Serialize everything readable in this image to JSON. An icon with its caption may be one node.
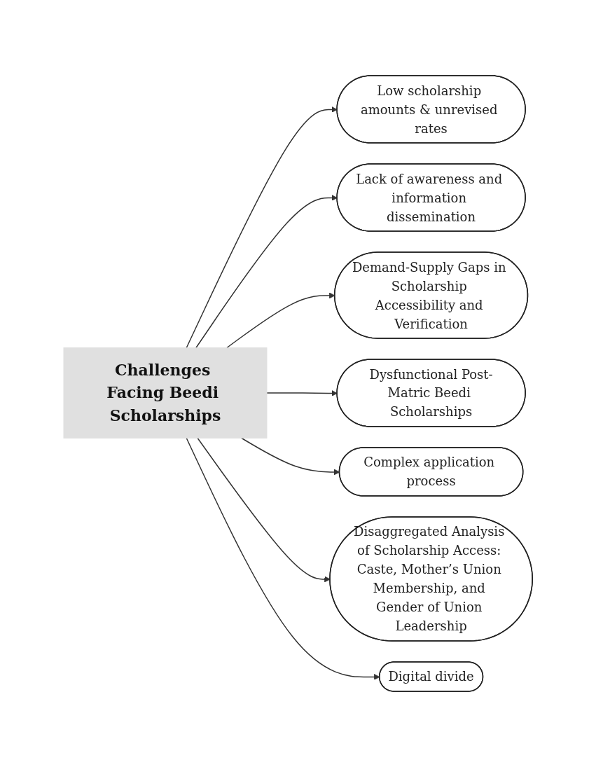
{
  "diagram": {
    "nodes": [
      {
        "text": [
          "Low scholarship amounts & unrevised rates"
        ]
      },
      {
        "text": [
          "Lack of awareness and information dissemination"
        ]
      },
      {
        "text": [
          "Demand-Supply Gaps in Scholarship Accessibility and Verification"
        ]
      },
      {
        "text": [
          "Dysfunctional Post-Matric Beedi Scholarships"
        ]
      },
      {
        "text": [
          "Challenges Facing Beedi Scholarships"
        ]
      },
      {
        "text": [
          "Complex application process"
        ]
      },
      {
        "text": [
          "Digital divide"
        ]
      },
      {
        "text": [
          "Disaggregated Analysis of Scholarship Access: Caste, Mother’s Union Membership, and Gender of Union Leadership"
        ]
      }
    ],
    "edges": [
      {
        "from": 4,
        "to": 0,
        "arrow": "to"
      },
      {
        "from": 4,
        "to": 1,
        "arrow": "to"
      },
      {
        "from": 4,
        "to": 2,
        "arrow": "to"
      },
      {
        "from": 4,
        "to": 3,
        "arrow": "to"
      },
      {
        "from": 4,
        "to": 5,
        "arrow": "to"
      },
      {
        "from": 4,
        "to": 7,
        "arrow": "to"
      },
      {
        "from": 4,
        "to": 6,
        "arrow": "to"
      }
    ]
  }
}
